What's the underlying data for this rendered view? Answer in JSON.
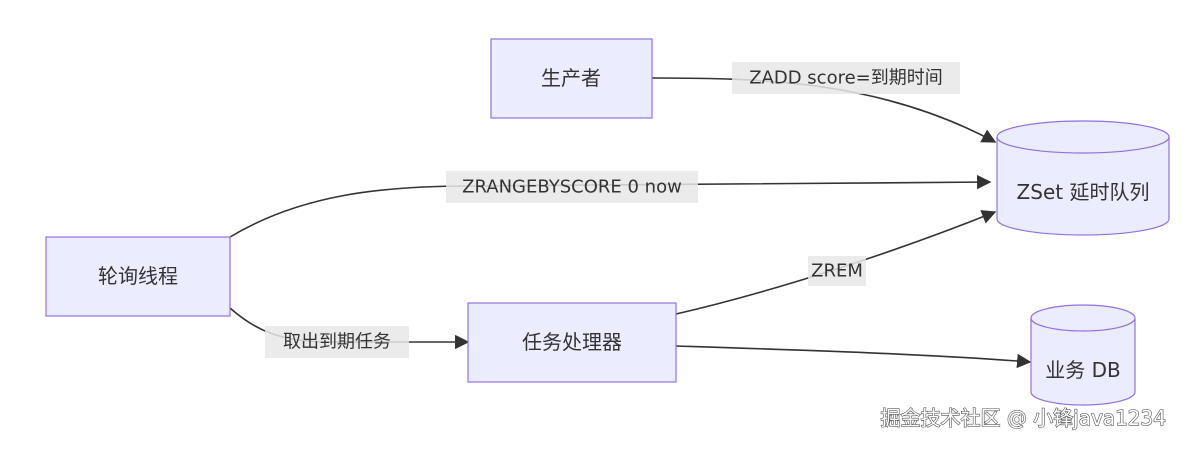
{
  "nodes": {
    "producer": "生产者",
    "zset": "ZSet 延时队列",
    "poller": "轮询线程",
    "processor": "任务处理器",
    "db": "业务 DB"
  },
  "edges": {
    "producer_to_zset": "ZADD score=到期时间",
    "poller_to_zset": "ZRANGEBYSCORE 0 now",
    "processor_to_zset": "ZREM",
    "poller_to_processor": "取出到期任务"
  },
  "watermark": "掘金技术社区 @ 小锋java1234",
  "colors": {
    "node_fill": "#ECECFF",
    "node_stroke": "#9370DB",
    "edge": "#333333",
    "label_bg": "#E8E8E8"
  }
}
